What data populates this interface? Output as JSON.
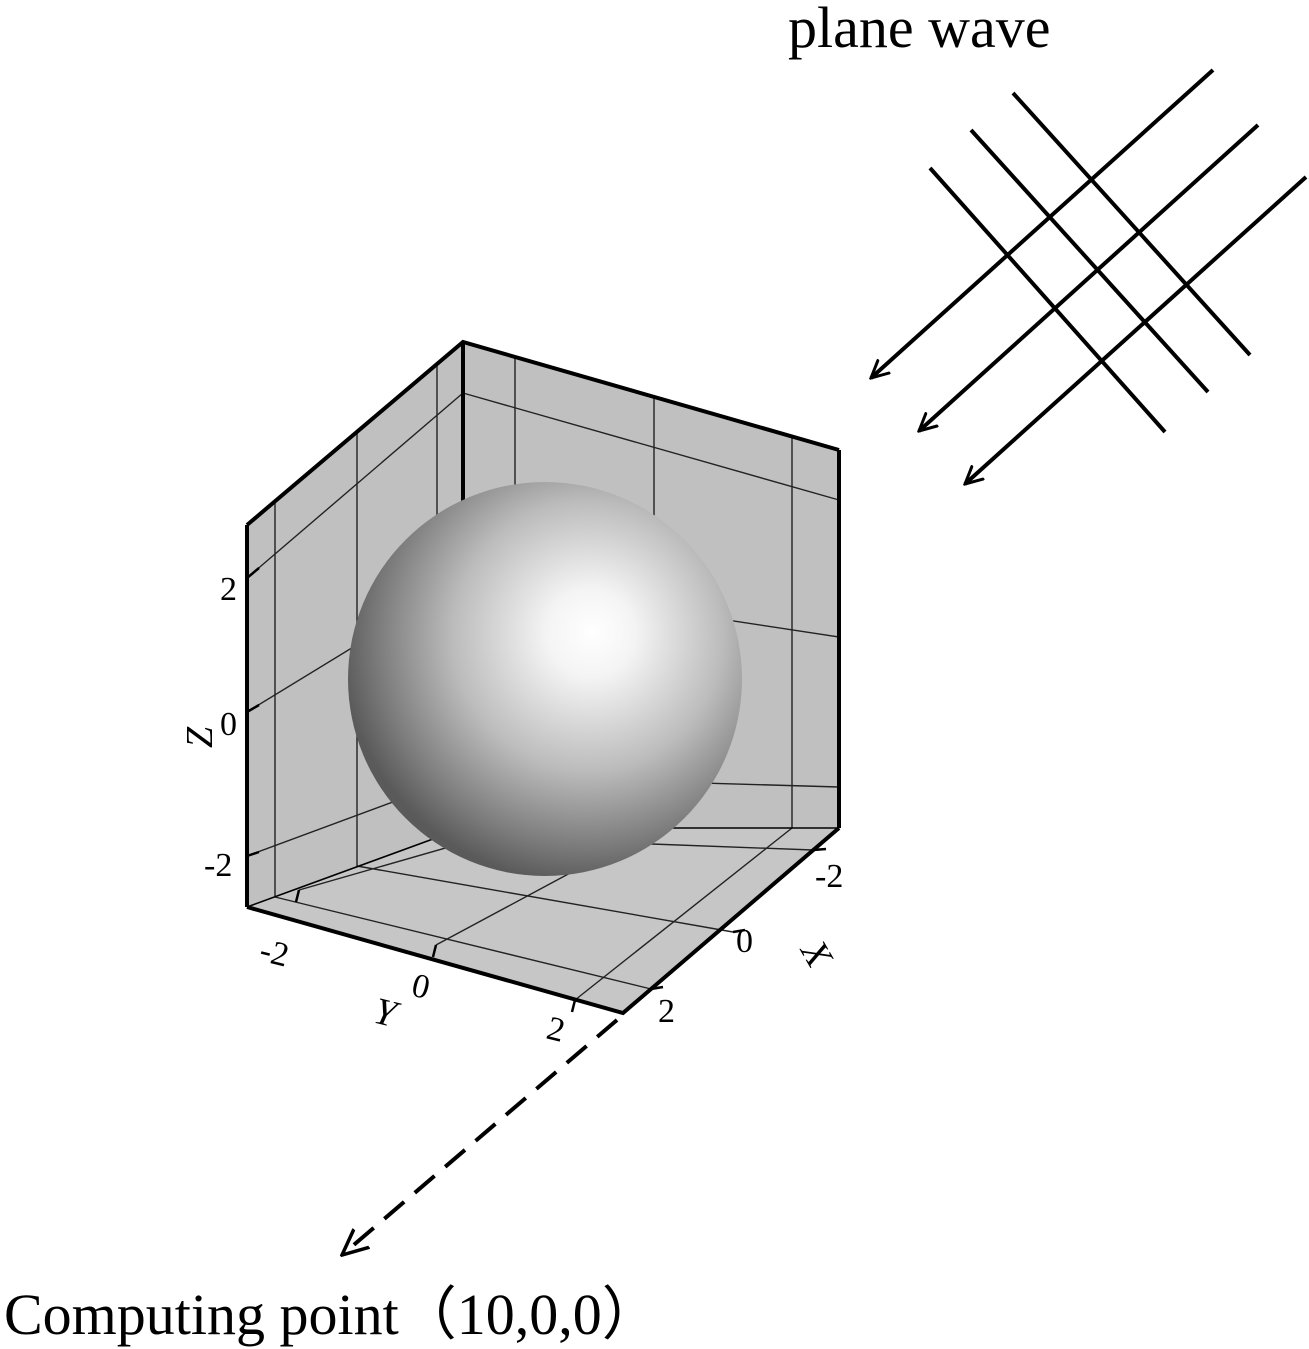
{
  "labels": {
    "plane_wave": "plane wave",
    "computing_point": "Computing point（10,0,0）"
  },
  "axes": {
    "x": {
      "title": "X",
      "ticks": [
        "-2",
        "0",
        "2"
      ]
    },
    "y": {
      "title": "Y",
      "ticks": [
        "-2",
        "0",
        "2"
      ]
    },
    "z": {
      "title": "Z",
      "ticks": [
        "2",
        "0",
        "-2"
      ]
    }
  },
  "colors": {
    "back_wall": "#c0c0c0",
    "floor": "#c4c4c4",
    "sphere_highlight": "#ffffff",
    "sphere_shadow": "#5a5a5a",
    "lines": "#000000"
  }
}
